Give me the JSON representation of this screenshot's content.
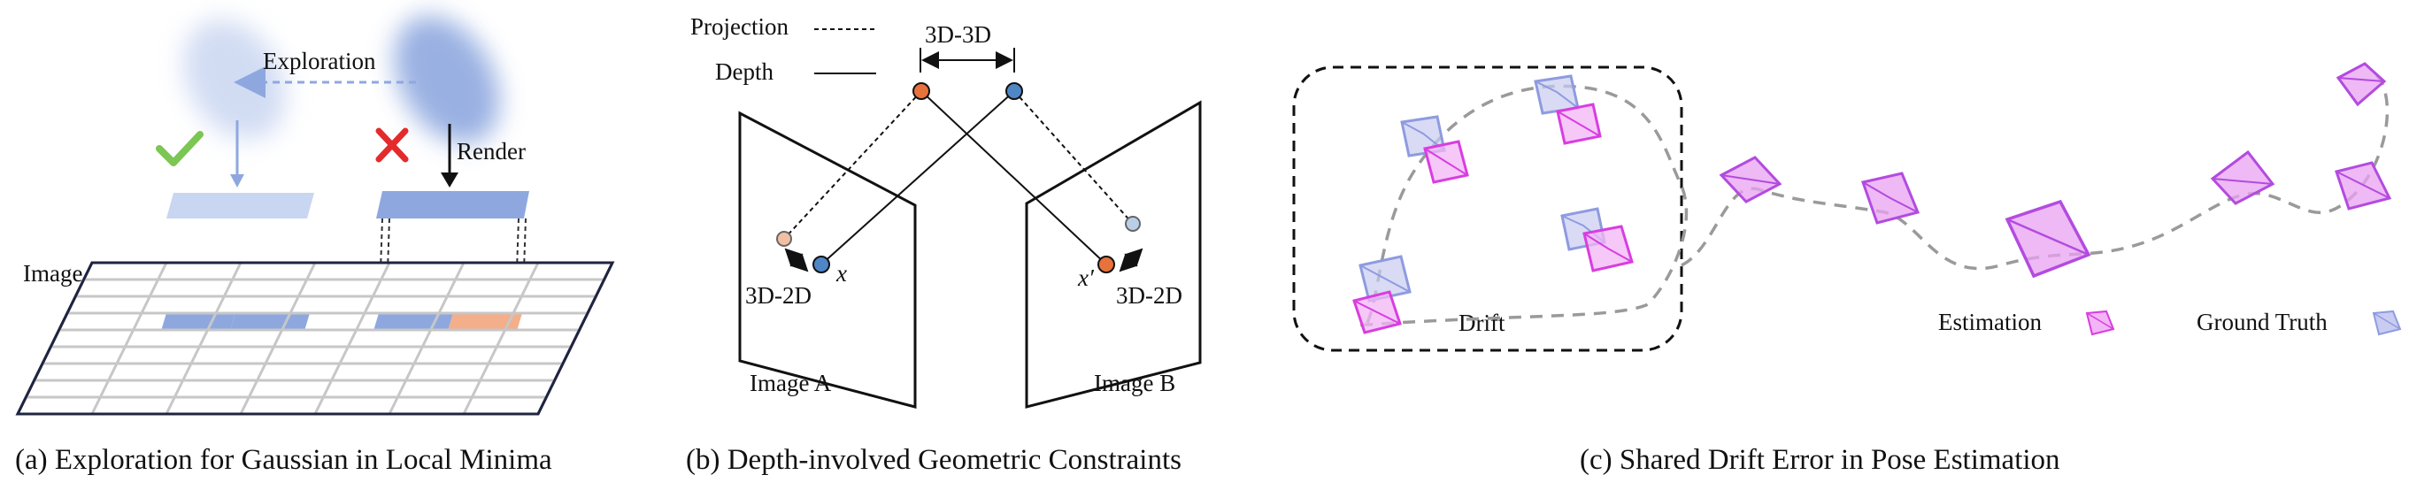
{
  "panel_a": {
    "exploration_label": "Exploration",
    "render_label": "Render",
    "image_label": "Image",
    "check_icon": "check-icon",
    "cross_icon": "cross-icon",
    "caption": "(a) Exploration for Gaussian in Local Minima",
    "colors": {
      "blue": "#8EA8DF",
      "light_blue": "#C9D6F1",
      "orange": "#F4AE8A",
      "check": "#7CC653",
      "cross": "#E32B2B"
    }
  },
  "panel_b": {
    "projection_label": "Projection",
    "depth_label": "Depth",
    "d3d3d_label": "3D-3D",
    "left_3d2d_label": "3D-2D",
    "right_3d2d_label": "3D-2D",
    "x_label": "x",
    "x_prime_label": "x′",
    "image_a_label": "Image A",
    "image_b_label": "Image B",
    "caption": "(b) Depth-involved Geometric Constraints",
    "colors": {
      "orange_point": "#E8723C",
      "blue_point": "#4F86C6",
      "faded_orange": "#F3BFA4",
      "faded_blue": "#B9CFE8"
    }
  },
  "panel_c": {
    "drift_label": "Drift",
    "estimation_label": "Estimation",
    "ground_truth_label": "Ground Truth",
    "caption": "(c) Shared Drift Error in Pose Estimation",
    "colors": {
      "estimation": "#D93DE0",
      "ground_truth": "#8E9BE0",
      "trajectory": "#9A9A9A"
    }
  }
}
